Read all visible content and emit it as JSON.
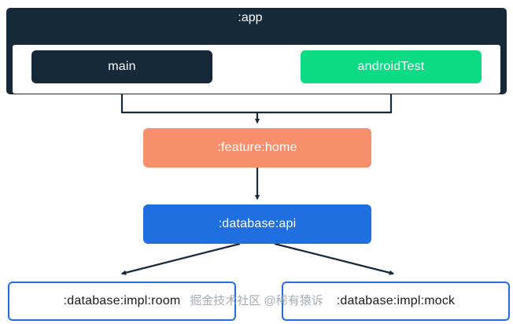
{
  "diagram": {
    "type": "dependency-graph",
    "title": ":app",
    "nodes": [
      {
        "id": "app",
        "label": ":app",
        "style": "dark-container",
        "color": "#16293b"
      },
      {
        "id": "main",
        "label": "main",
        "style": "dark-filled",
        "color": "#16293b"
      },
      {
        "id": "androidTest",
        "label": "androidTest",
        "style": "green-filled",
        "color": "#0ddc84"
      },
      {
        "id": "feature-home",
        "label": ":feature:home",
        "style": "orange-filled",
        "color": "#f88f6c"
      },
      {
        "id": "database-api",
        "label": ":database:api",
        "style": "blue-filled",
        "color": "#1f6fe0"
      },
      {
        "id": "database-impl-room",
        "label": ":database:impl:room",
        "style": "blue-outline",
        "color": "#1f6fe0"
      },
      {
        "id": "database-impl-mock",
        "label": ":database:impl:mock",
        "style": "blue-outline",
        "color": "#1f6fe0"
      }
    ],
    "edges": [
      {
        "from": "main",
        "to": "feature-home"
      },
      {
        "from": "androidTest",
        "to": "feature-home"
      },
      {
        "from": "feature-home",
        "to": "database-api"
      },
      {
        "from": "database-api",
        "to": "database-impl-room"
      },
      {
        "from": "database-api",
        "to": "database-impl-mock"
      }
    ]
  },
  "watermark": {
    "text": "掘金技术社区 @稀有猿诉"
  }
}
